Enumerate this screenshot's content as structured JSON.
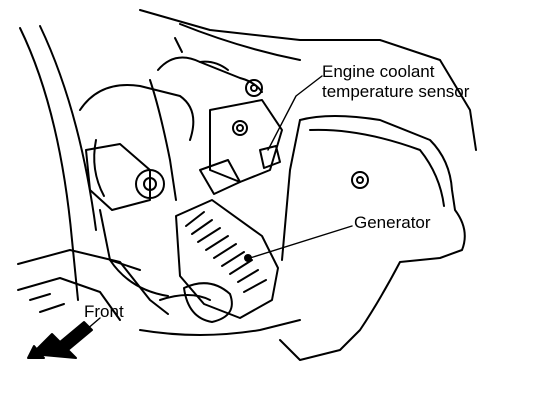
{
  "labels": {
    "ect_sensor_line1": "Engine coolant",
    "ect_sensor_line2": "temperature sensor",
    "generator": "Generator",
    "front": "Front"
  },
  "colors": {
    "ink": "#000000",
    "paper": "#ffffff"
  }
}
